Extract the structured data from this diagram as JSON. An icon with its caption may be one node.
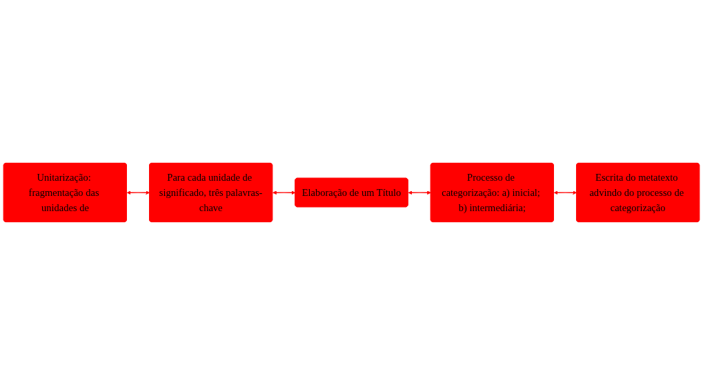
{
  "diagram": {
    "nodes": [
      {
        "text": [
          "Unitarização: fragmentação das unidades de"
        ]
      },
      {
        "text": [
          "Para cada unidade de significado, três palavras-chave"
        ]
      },
      {
        "text": [
          "Elaboração de um Título"
        ]
      },
      {
        "text": [
          "Processo de categorização: a) inicial; b) intermediária;"
        ]
      },
      {
        "text": [
          "Escrita do metatexto advindo do processo de categorização"
        ]
      }
    ],
    "edges": [
      {
        "from": 0,
        "to": 1,
        "arrow": "both"
      },
      {
        "from": 1,
        "to": 2,
        "arrow": "both"
      },
      {
        "from": 2,
        "to": 3,
        "arrow": "both"
      },
      {
        "from": 3,
        "to": 4,
        "arrow": "both"
      }
    ]
  }
}
